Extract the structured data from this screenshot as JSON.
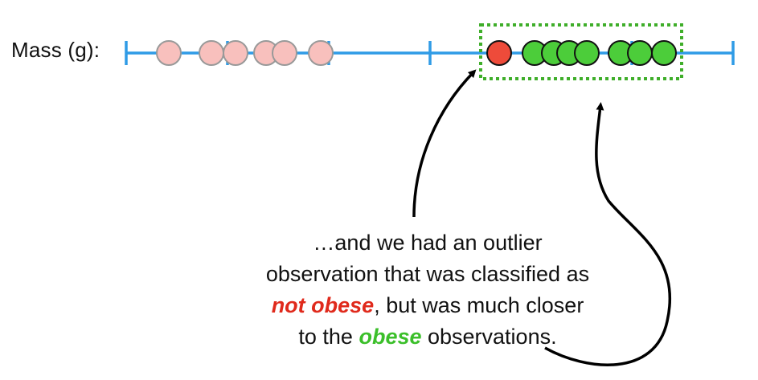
{
  "axis": {
    "label": "Mass (g):",
    "color": "#2f9be6"
  },
  "points": {
    "not_obese_fill": "#f8c0bd",
    "not_obese_stroke": "#999999",
    "outlier_fill": "#ee4b3a",
    "obese_fill": "#4ccd3a",
    "dark_stroke": "#111111",
    "not_obese_count": 6,
    "outlier_count": 1,
    "obese_count": 7
  },
  "highlight_box": {
    "color": "#3fae2a"
  },
  "caption": {
    "line1": "…and we had an outlier",
    "line2": "observation that was classified as",
    "not_obese": "not obese",
    "line3_rest": ", but was much closer",
    "line4_start": "to the ",
    "obese": "obese",
    "line4_end": " observations.",
    "not_obese_color": "#e02a1c",
    "obese_color": "#3bbf2a"
  }
}
